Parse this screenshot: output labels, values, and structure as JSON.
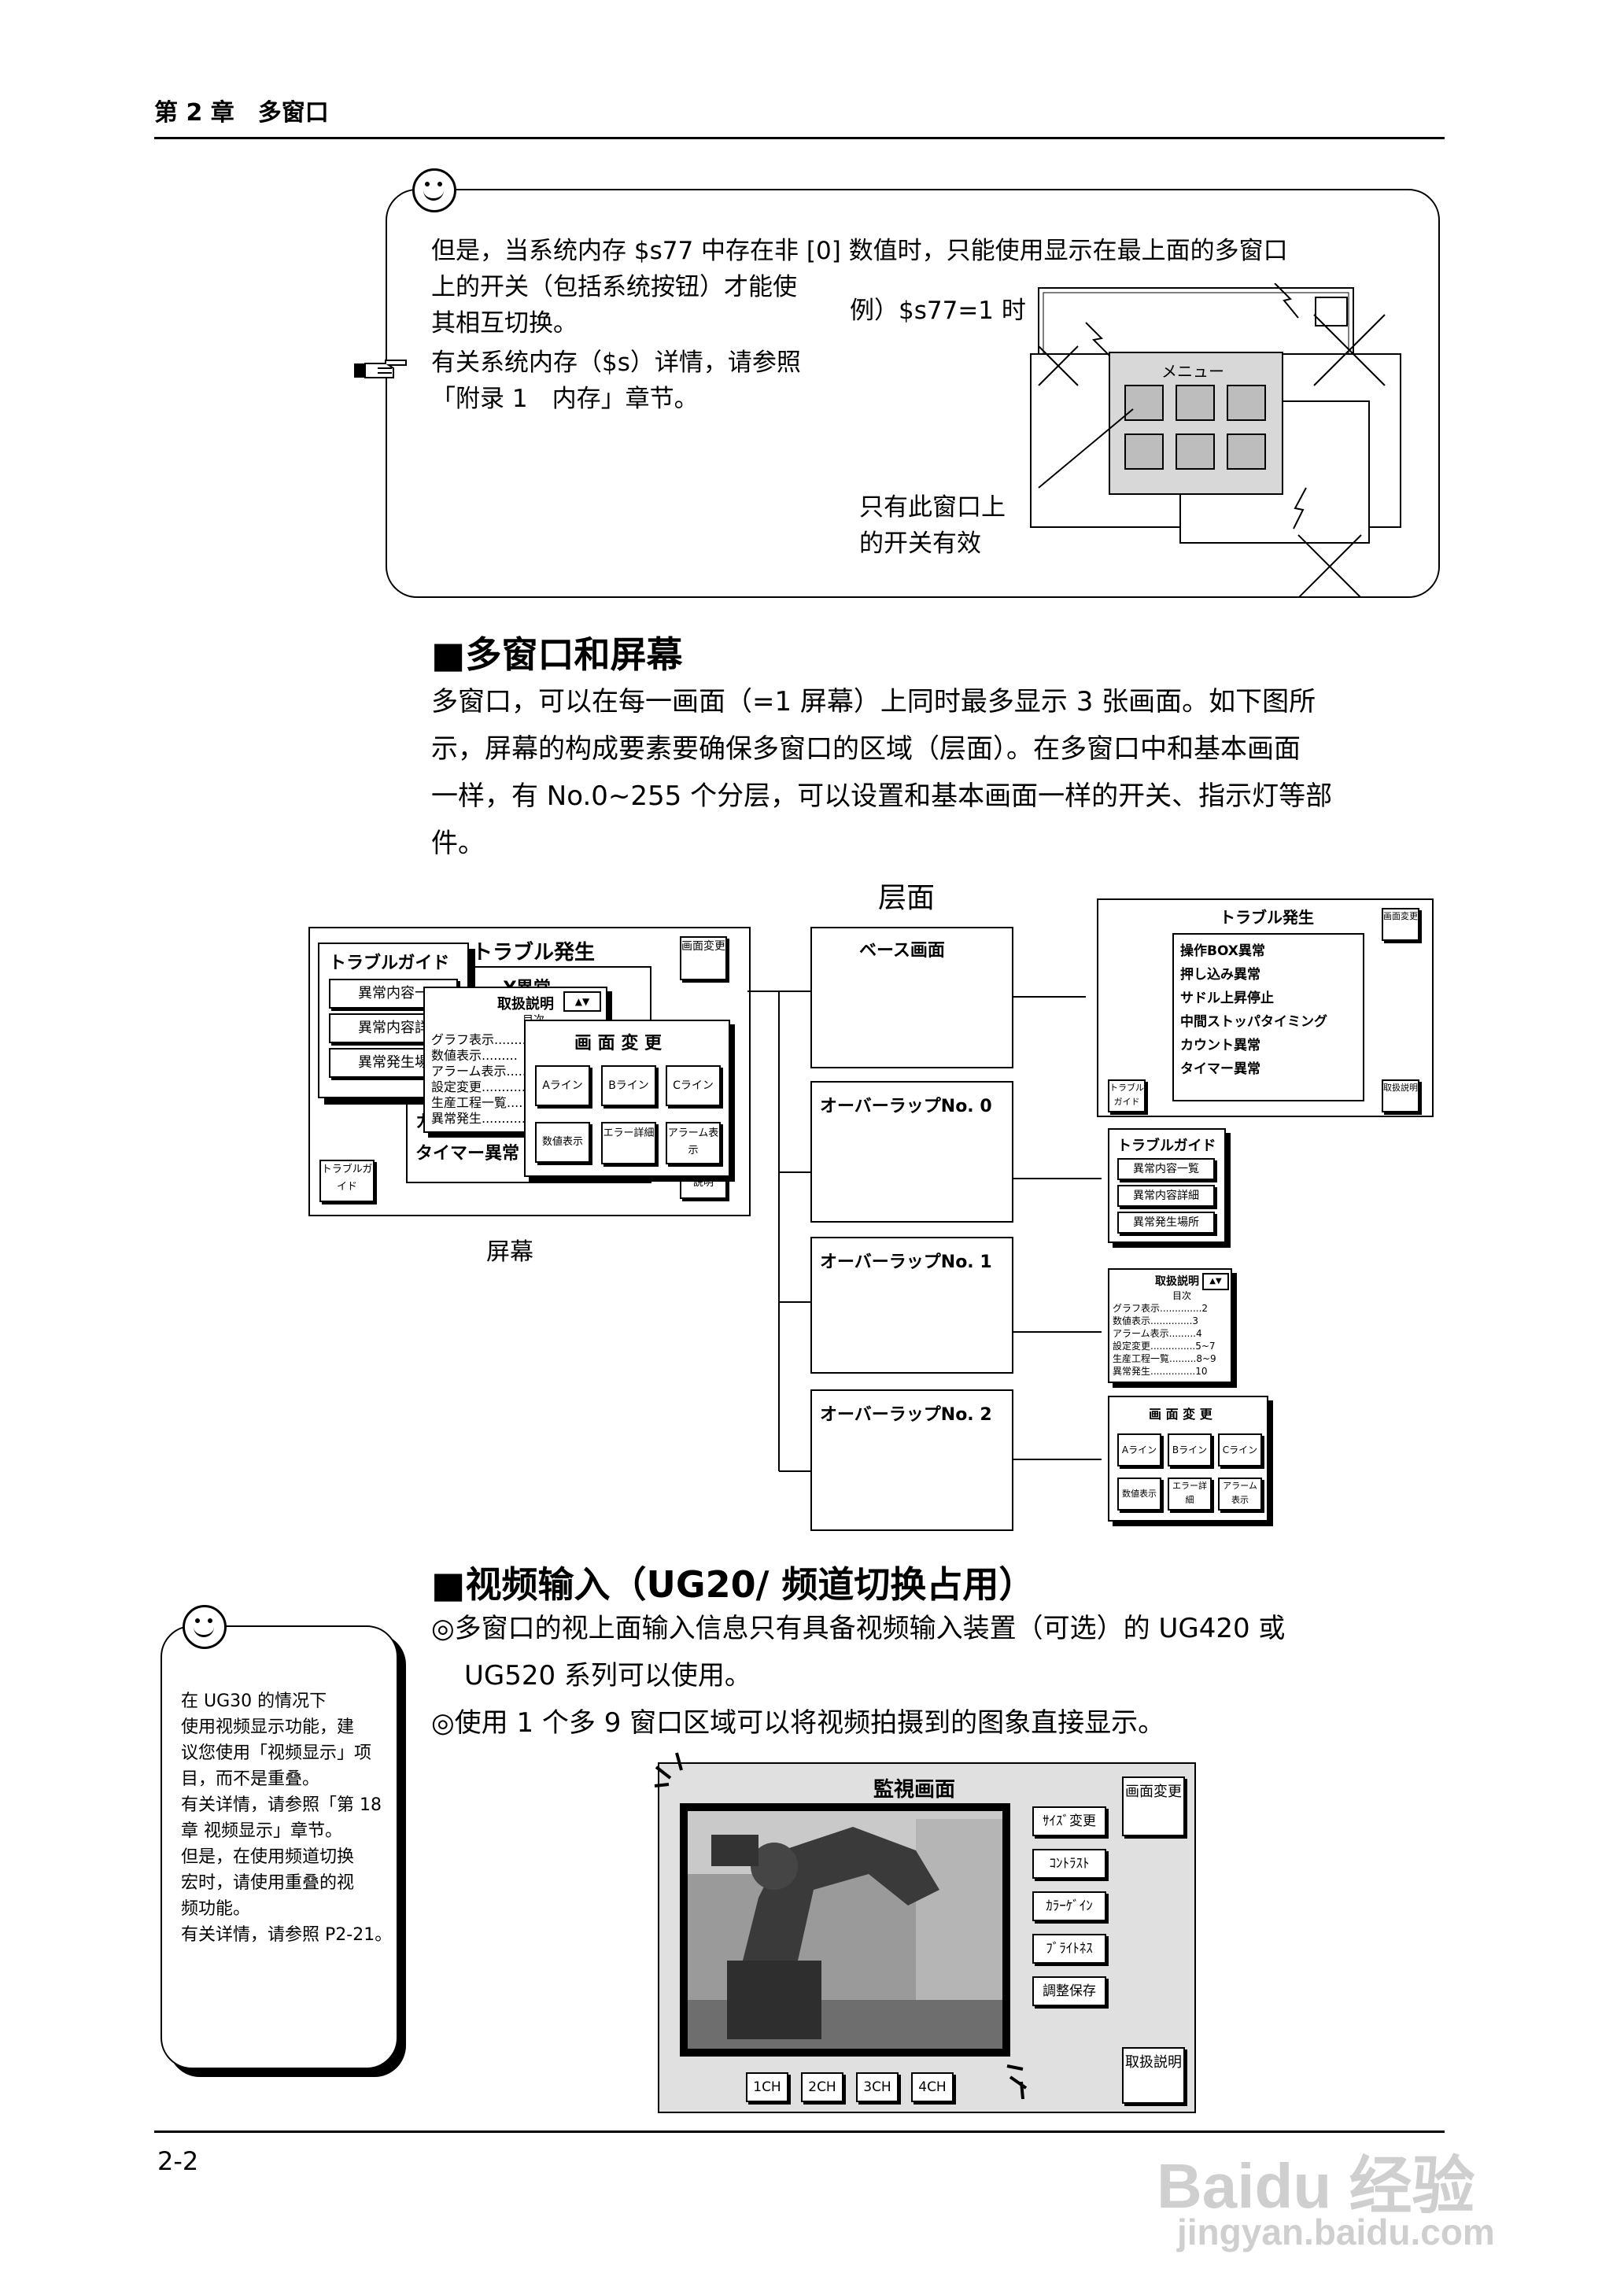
{
  "header": {
    "chapter": "第 2 章　多窗口"
  },
  "note": {
    "line1": "但是，当系统内存 $s77 中存在非 [0] 数值时，只能使用显示在最上面的多窗口",
    "line2": "上的开关（包括系统按钮）才能使",
    "line3": "其相互切换。",
    "ref1": "有关系统内存（$s）详情，请参照",
    "ref2": "「附录 1　内存」章节。",
    "example": "例）$s77=1 时",
    "menu_label": "メニュー",
    "caption1": "只有此窗口上",
    "caption2": "的开关有效"
  },
  "section1": {
    "title": "■多窗口和屏幕",
    "para": [
      "多窗口，可以在每一画面（=1 屏幕）上同时最多显示 3 张画面。如下图所",
      "示，屏幕的构成要素要确保多窗口的区域（层面）。在多窗口中和基本画面",
      "一样，有 No.0~255 个分层，可以设置和基本画面一样的开关、指示灯等部",
      "件。"
    ],
    "layer_title": "层面",
    "screen_caption": "屏幕",
    "layers": [
      "ベース画面",
      "オーバーラップNo. 0",
      "オーバーラップNo. 1",
      "オーバーラップNo. 2"
    ],
    "base": {
      "title": "トラブル発生",
      "items": [
        "操作BOX異常",
        "押し込み異常",
        "サドル上昇停止",
        "中間ストッパタイミング",
        "カウント異常",
        "タイマー異常"
      ],
      "btn_change": "画面変更",
      "btn_guide": "トラブルガイド",
      "btn_manual": "取扱説明"
    },
    "guide": {
      "title": "トラブルガイド",
      "items": [
        "異常内容一覧",
        "異常内容詳細",
        "異常発生場所"
      ]
    },
    "manual": {
      "title": "取扱説明",
      "toc": "目次",
      "items": [
        "グラフ表示..............2",
        "数値表示..............3",
        "アラーム表示.........4",
        "設定変更...............5~7",
        "生産工程一覧.........8~9",
        "異常発生...............10"
      ]
    },
    "change": {
      "title": "画 面 変 更",
      "buttons": [
        "Aライン",
        "Bライン",
        "Cライン",
        "数値表示",
        "エラー詳細",
        "アラーム表示"
      ]
    },
    "composite": {
      "guide_items": [
        "異常内容一",
        "異常内容詳",
        "異常発生場"
      ],
      "manual_items": [
        "グラフ表示........",
        "数値表示.........",
        "アラーム表示.....",
        "設定変更...........",
        "生産工程一覧.....",
        "異常発生..........."
      ],
      "frag1": "Y異常",
      "frag2": "タイマー異常",
      "frag3": "カ",
      "frag4": "説明",
      "toc_short": "目次"
    }
  },
  "section2": {
    "title": "■视频输入（UG20/ 频道切换占用）",
    "bullets": [
      "◎多窗口的视上面输入信息只有具备视频输入装置（可选）的 UG420 或",
      "UG520 系列可以使用。",
      "◎使用 1 个多 9 窗口区域可以将视频拍摄到的图象直接显示。"
    ],
    "side_note": [
      "在 UG30 的情况下",
      "使用视频显示功能，建",
      "议您使用「视频显示」项",
      "目，而不是重叠。",
      "有关详情，请参照「第 18",
      "章 视频显示」章节。",
      "但是，在使用频道切换",
      "宏时，请使用重叠的视",
      "频功能。",
      "有关详情，请参照 P2-21。"
    ],
    "monitor": {
      "title": "監視画面",
      "side_buttons": [
        "ｻｲｽﾞ変更",
        "ｺﾝﾄﾗｽﾄ",
        "ｶﾗｰｹﾞｲﾝ",
        "ﾌﾞﾗｲﾄﾈｽ",
        "調整保存"
      ],
      "btn_change": "画面変更",
      "btn_manual": "取扱説明",
      "channels": [
        "1CH",
        "2CH",
        "3CH",
        "4CH"
      ]
    }
  },
  "footer": {
    "page": "2-2"
  },
  "watermark": {
    "logo": "Baidu 经验",
    "url": "jingyan.baidu.com"
  }
}
